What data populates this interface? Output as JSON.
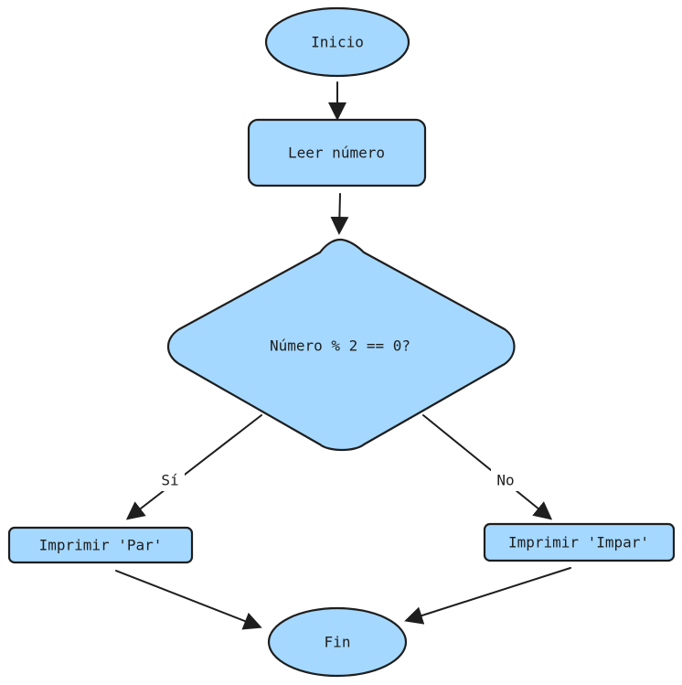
{
  "colors": {
    "node_fill": "#a5d8ff",
    "stroke": "#1e1e1e",
    "background": "#ffffff"
  },
  "nodes": {
    "start": {
      "label": "Inicio",
      "shape": "ellipse"
    },
    "read": {
      "label": "Leer número",
      "shape": "rectangle"
    },
    "decision": {
      "label": "Número % 2 == 0?",
      "shape": "diamond"
    },
    "print_even": {
      "label": "Imprimir 'Par'",
      "shape": "rectangle"
    },
    "print_odd": {
      "label": "Imprimir 'Impar'",
      "shape": "rectangle"
    },
    "end": {
      "label": "Fin",
      "shape": "ellipse"
    }
  },
  "edges": {
    "yes": {
      "label": "Sí"
    },
    "no": {
      "label": "No"
    }
  }
}
